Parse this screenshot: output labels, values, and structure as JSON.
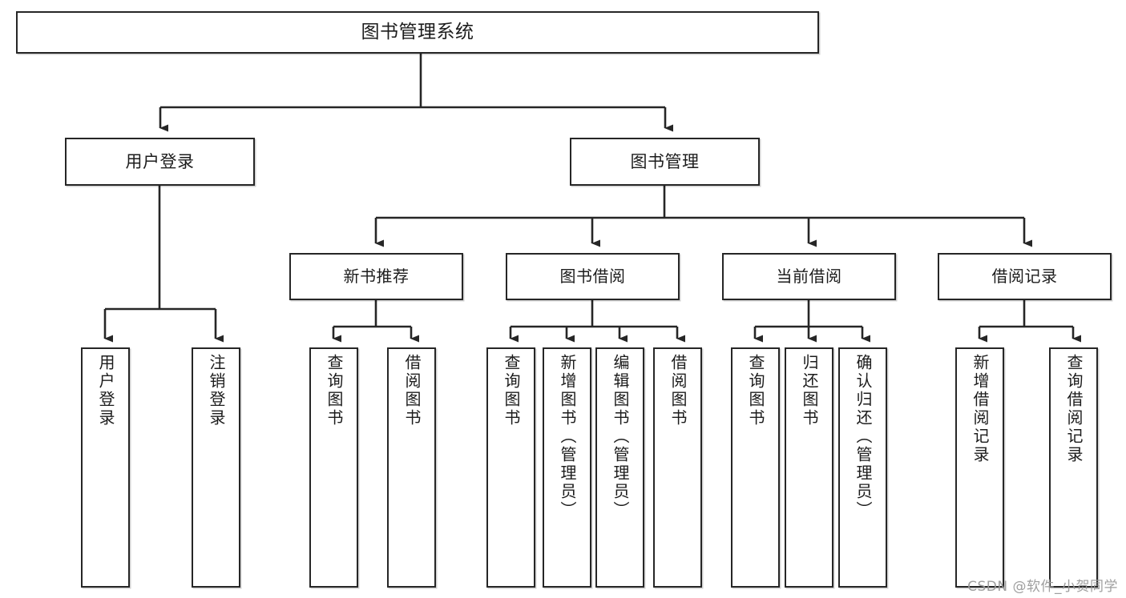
{
  "diagram": {
    "type": "tree",
    "title": "图书管理系统",
    "orientation": "top-down",
    "colors": {
      "box_border": "#262626",
      "box_fill": "#ffffff",
      "connector": "#262626",
      "watermark": "#9a9a9a",
      "background": "#ffffff"
    }
  },
  "root": {
    "label": "图书管理系统"
  },
  "level2": [
    {
      "label": "用户登录"
    },
    {
      "label": "图书管理"
    }
  ],
  "level3": [
    {
      "label": "新书推荐"
    },
    {
      "label": "图书借阅"
    },
    {
      "label": "当前借阅"
    },
    {
      "label": "借阅记录"
    }
  ],
  "leaves": {
    "user_login": [
      {
        "label": "用户登录"
      },
      {
        "label": "注销登录"
      }
    ],
    "new_book": [
      {
        "label": "查询图书"
      },
      {
        "label": "借阅图书"
      }
    ],
    "book_borrow": [
      {
        "label": "查询图书"
      },
      {
        "label": "新增图书（管理员）"
      },
      {
        "label": "编辑图书（管理员）"
      },
      {
        "label": "借阅图书"
      }
    ],
    "current_borrow": [
      {
        "label": "查询图书"
      },
      {
        "label": "归还图书"
      },
      {
        "label": "确认归还（管理员）"
      }
    ],
    "borrow_record": [
      {
        "label": "新增借阅记录"
      },
      {
        "label": "查询借阅记录"
      }
    ]
  },
  "watermark": {
    "text": "CSDN @软件_小贺同学"
  }
}
